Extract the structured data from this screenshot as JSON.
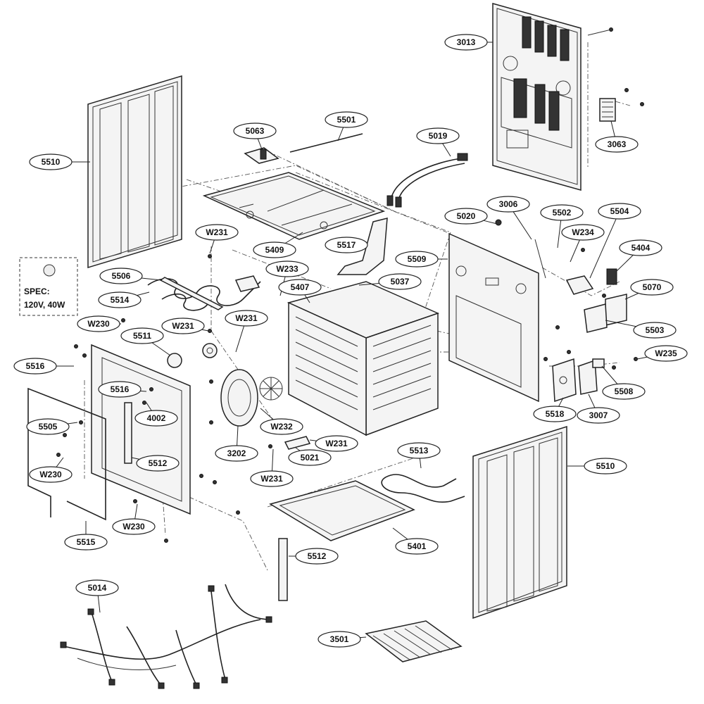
{
  "diagram": {
    "spec_box": {
      "line1": "SPEC:",
      "line2": "120V, 40W"
    },
    "labels": {
      "p3013": "3013",
      "p3063": "3063",
      "p5063": "5063",
      "p5501": "5501",
      "p5510a": "5510",
      "p5019": "5019",
      "p5020": "5020",
      "p3006": "3006",
      "p5502": "5502",
      "p5504": "5504",
      "pW234": "W234",
      "p5404": "5404",
      "p5509": "5509",
      "p5409": "5409",
      "p5517": "5517",
      "pW231a": "W231",
      "p5506": "5506",
      "pW233": "W233",
      "p5037": "5037",
      "p5407": "5407",
      "p5070": "5070",
      "p5514": "5514",
      "pW230a": "W230",
      "pW231b": "W231",
      "pW231c": "W231",
      "p5503": "5503",
      "p5511": "5511",
      "pW235": "W235",
      "p5516a": "5516",
      "p5516b": "5516",
      "p4002": "4002",
      "p5508": "5508",
      "p5505": "5505",
      "p5518": "5518",
      "p3007": "3007",
      "pW232": "W232",
      "pW231d": "W231",
      "p3202": "3202",
      "p5512a": "5512",
      "p5021": "5021",
      "pW230b": "W230",
      "p5513": "5513",
      "p5510b": "5510",
      "pW231e": "W231",
      "pW230c": "W230",
      "p5515": "5515",
      "p5401": "5401",
      "p5512b": "5512",
      "p5014": "5014",
      "p3501": "3501"
    }
  }
}
